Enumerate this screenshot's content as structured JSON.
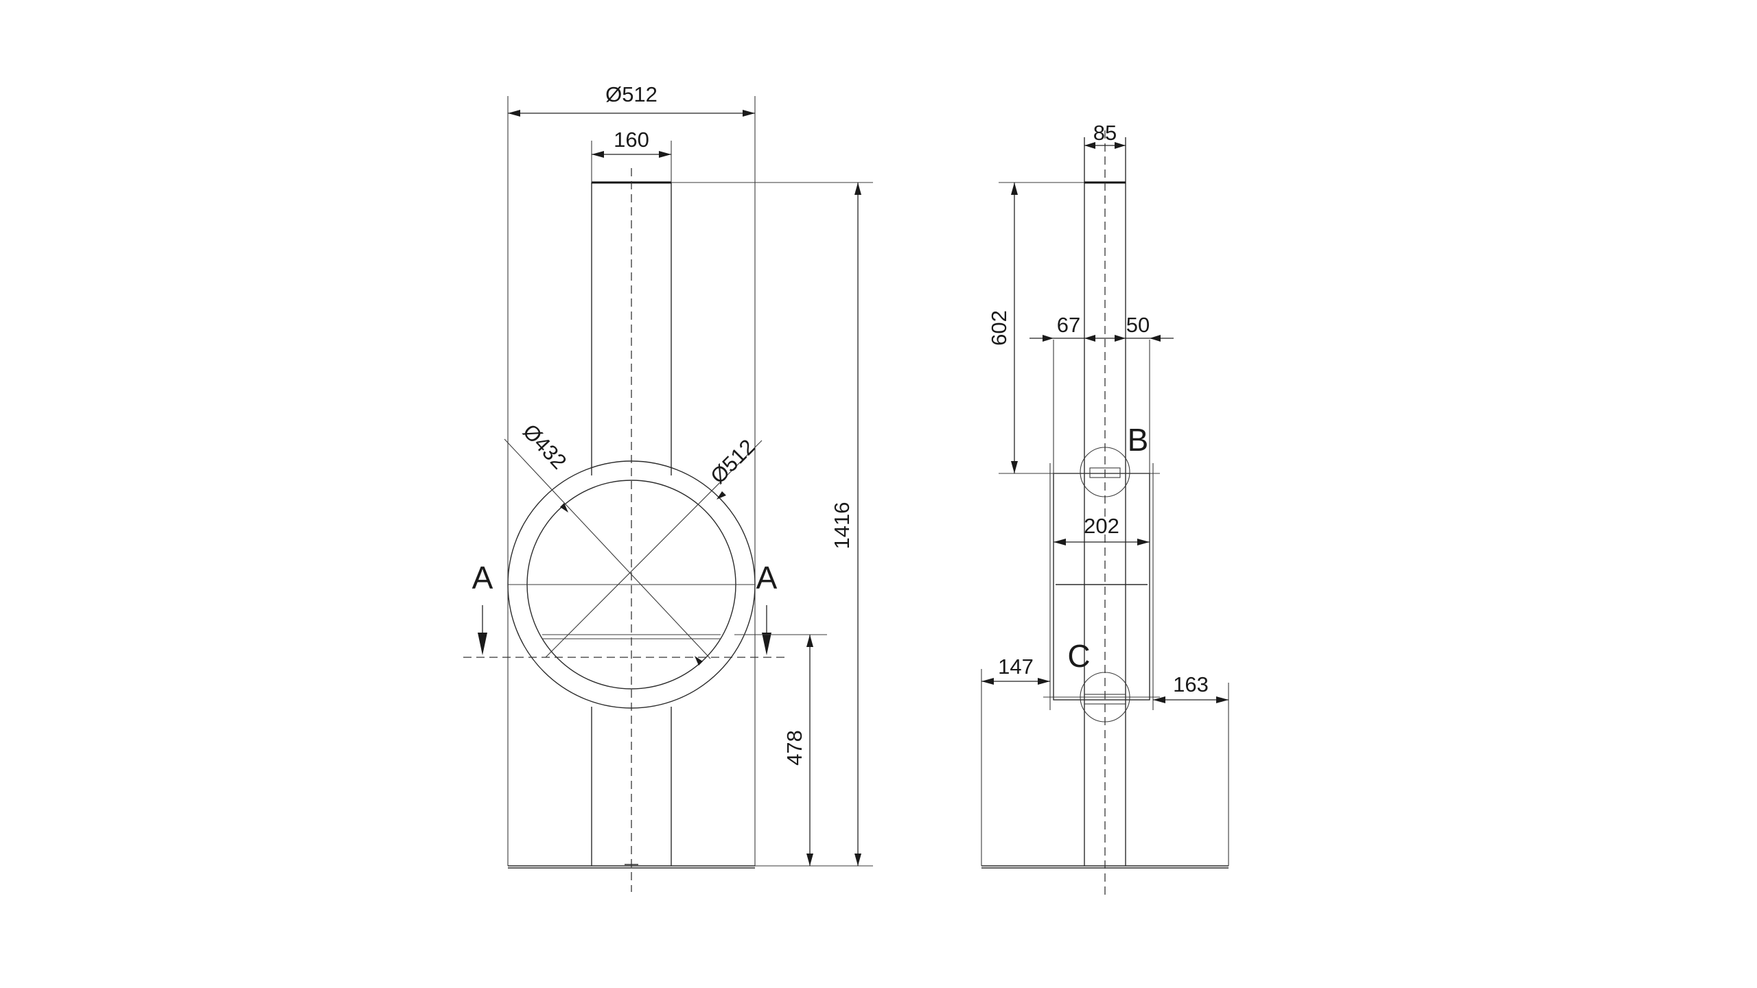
{
  "front_view": {
    "dim_overall_diameter": "Ø512",
    "dim_pipe_width": "160",
    "dim_total_height": "1416",
    "dim_inner_diameter": "Ø432",
    "dim_outer_diameter": "Ø512",
    "dim_section_height": "478",
    "section_label_left": "A",
    "section_label_right": "A"
  },
  "side_view": {
    "dim_pipe_depth": "85",
    "dim_upper_height": "602",
    "dim_left_offset": "67",
    "dim_right_offset": "50",
    "dim_body_depth": "202",
    "dim_base_left": "147",
    "dim_base_right": "163",
    "detail_label_b": "B",
    "detail_label_c": "C"
  },
  "colors": {
    "line": "#2b2b2b",
    "background": "#ffffff"
  }
}
